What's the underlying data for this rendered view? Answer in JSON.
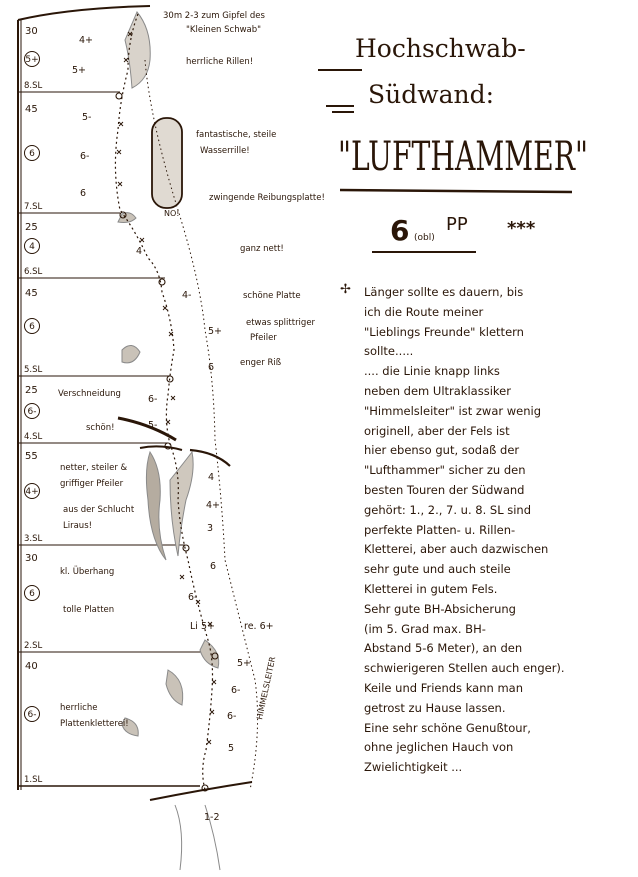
{
  "colors": {
    "ink": "#2a1608",
    "pencil": "#8a8a8a",
    "rock": "#b5aca0",
    "paper": "#ffffff"
  },
  "title": {
    "line1": "Hochschwab-",
    "line2": "Südwand:",
    "route_name": "\"LUFTHAMMER\"",
    "grade": "6",
    "grade_note": "(obl)",
    "style": "PP",
    "rating": "***"
  },
  "pitches": [
    {
      "length": "30",
      "grade": "5+",
      "belay": "8.SL"
    },
    {
      "length": "45",
      "grade": "6",
      "belay": "7.SL"
    },
    {
      "length": "25",
      "grade": "4",
      "belay": "6.SL"
    },
    {
      "length": "45",
      "grade": "6",
      "belay": "5.SL"
    },
    {
      "length": "25",
      "grade": "6-",
      "belay": "4.SL"
    },
    {
      "length": "55",
      "grade": "4+",
      "belay": "3.SL"
    },
    {
      "length": "30",
      "grade": "6",
      "belay": "2.SL"
    },
    {
      "length": "40",
      "grade": "6-",
      "belay": "1.SL"
    }
  ],
  "route_grades": [
    {
      "text": "4+"
    },
    {
      "text": "5+"
    },
    {
      "text": "5-"
    },
    {
      "text": "6-"
    },
    {
      "text": "6"
    },
    {
      "text": "4"
    },
    {
      "text": "4-"
    },
    {
      "text": "5+"
    },
    {
      "text": "6"
    },
    {
      "text": "6-"
    },
    {
      "text": "5-"
    },
    {
      "text": "4"
    },
    {
      "text": "4+"
    },
    {
      "text": "3"
    },
    {
      "text": "6"
    },
    {
      "text": "6-"
    },
    {
      "text": "Li 5+"
    },
    {
      "text": "re. 6+"
    },
    {
      "text": "5+"
    },
    {
      "text": "6-"
    },
    {
      "text": "6-"
    },
    {
      "text": "5"
    },
    {
      "text": "1-2"
    }
  ],
  "annotations": {
    "summit_line1": "30m 2-3 zum Gipfel des",
    "summit_line2": "\"Kleinen Schwab\"",
    "rillen": "herrliche Rillen!",
    "wasserrille1": "fantastische, steile",
    "wasserrille2": "Wasserrille!",
    "reibung": "zwingende Reibungsplatte!",
    "no": "NO!",
    "ganz_nett": "ganz nett!",
    "schoene_platte": "schöne Platte",
    "splittrig1": "etwas splittriger",
    "splittrig2": "Pfeiler",
    "riss": "enger Riß",
    "verschneidung": "Verschneidung",
    "schoen": "schön!",
    "pfeiler1": "netter, steiler &",
    "pfeiler2": "griffiger Pfeiler",
    "schlucht1": "aus der Schlucht",
    "schlucht2": "Liraus!",
    "ueberhang": "kl. Überhang",
    "tolle": "tolle Platten",
    "plattenkletterei1": "herrliche",
    "plattenkletterei2": "Plattenkletterei!",
    "himmelsleiter": "HIMMELSLEITER"
  },
  "description_bullet": "✢",
  "description": "Länger sollte es dauern, bis\nich die Route meiner\n\"Lieblings Freunde\" klettern\nsollte.....\n.... die Linie knapp links\nneben dem Ultraklassiker\n\"Himmelsleiter\" ist zwar wenig\noriginell, aber der Fels ist\nhier ebenso gut, sodaß der\n\"Lufthammer\" sicher zu den\nbesten Touren der Südwand\ngehört: 1., 2., 7. u. 8. SL sind\nperfekte Platten- u. Rillen-\nKletterei, aber auch dazwischen\nsehr gute und auch steile\nKletterei in gutem Fels.\nSehr gute BH-Absicherung\n(im 5. Grad max. BH-\nAbstand 5-6 Meter), an den\nschwierigeren Stellen auch enger).\nKeile und Friends kann man\ngetrost zu Hause lassen.\nEine sehr schöne Genußtour,\nohne jeglichen Hauch von\nZwielichtigkeit ..."
}
